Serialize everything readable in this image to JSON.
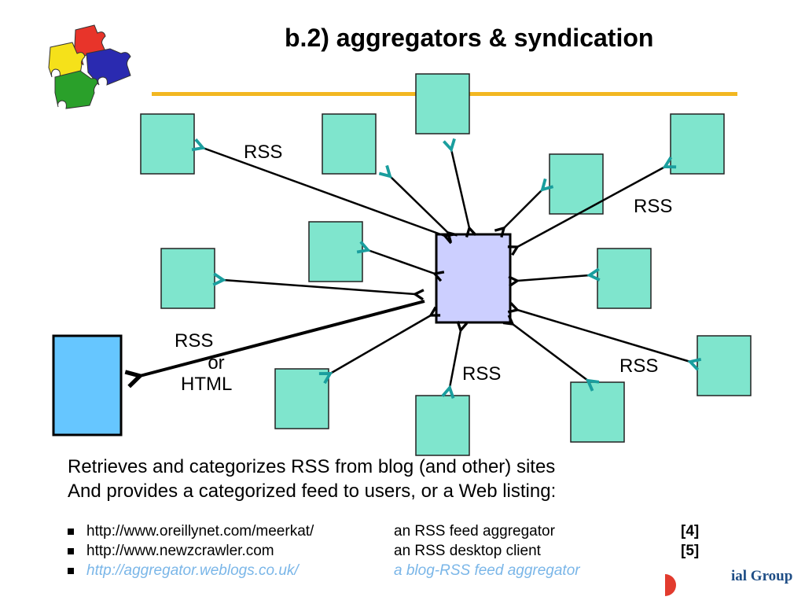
{
  "slide": {
    "title": "b.2)  aggregators & syndication"
  },
  "colors": {
    "rule": "#f2b721",
    "site_box_fill": "#7fe5cd",
    "aggregator_fill": "#cccfff",
    "client_fill": "#66c6ff",
    "arrow_head": "#1a9e9e",
    "link_text": "#7ab6e8"
  },
  "diagram": {
    "labels": {
      "rss_top": "RSS",
      "rss_right": "RSS",
      "rss_left_line1": "RSS",
      "rss_left_line2": "or",
      "rss_left_line3": "HTML",
      "rss_bottom": "RSS",
      "rss_bottom_right": "RSS"
    }
  },
  "description": {
    "line1": "Retrieves and categorizes RSS from blog (and other) sites",
    "line2": "And provides a categorized feed to users, or a Web listing:"
  },
  "references": [
    {
      "url": "http://www.oreillynet.com/meerkat/",
      "desc": "an RSS feed aggregator",
      "cite": "[4]"
    },
    {
      "url": "http://www.newzcrawler.com",
      "desc": "an RSS desktop client",
      "cite": "[5]"
    },
    {
      "url": "http://aggregator.weblogs.co.uk/",
      "desc": "a blog-RSS feed aggregator",
      "cite": ""
    }
  ],
  "footer": {
    "logo_text": "ial Group",
    "logo_icon": "swoosh-icon"
  },
  "logo": {
    "icon": "puzzle-pieces-icon"
  }
}
